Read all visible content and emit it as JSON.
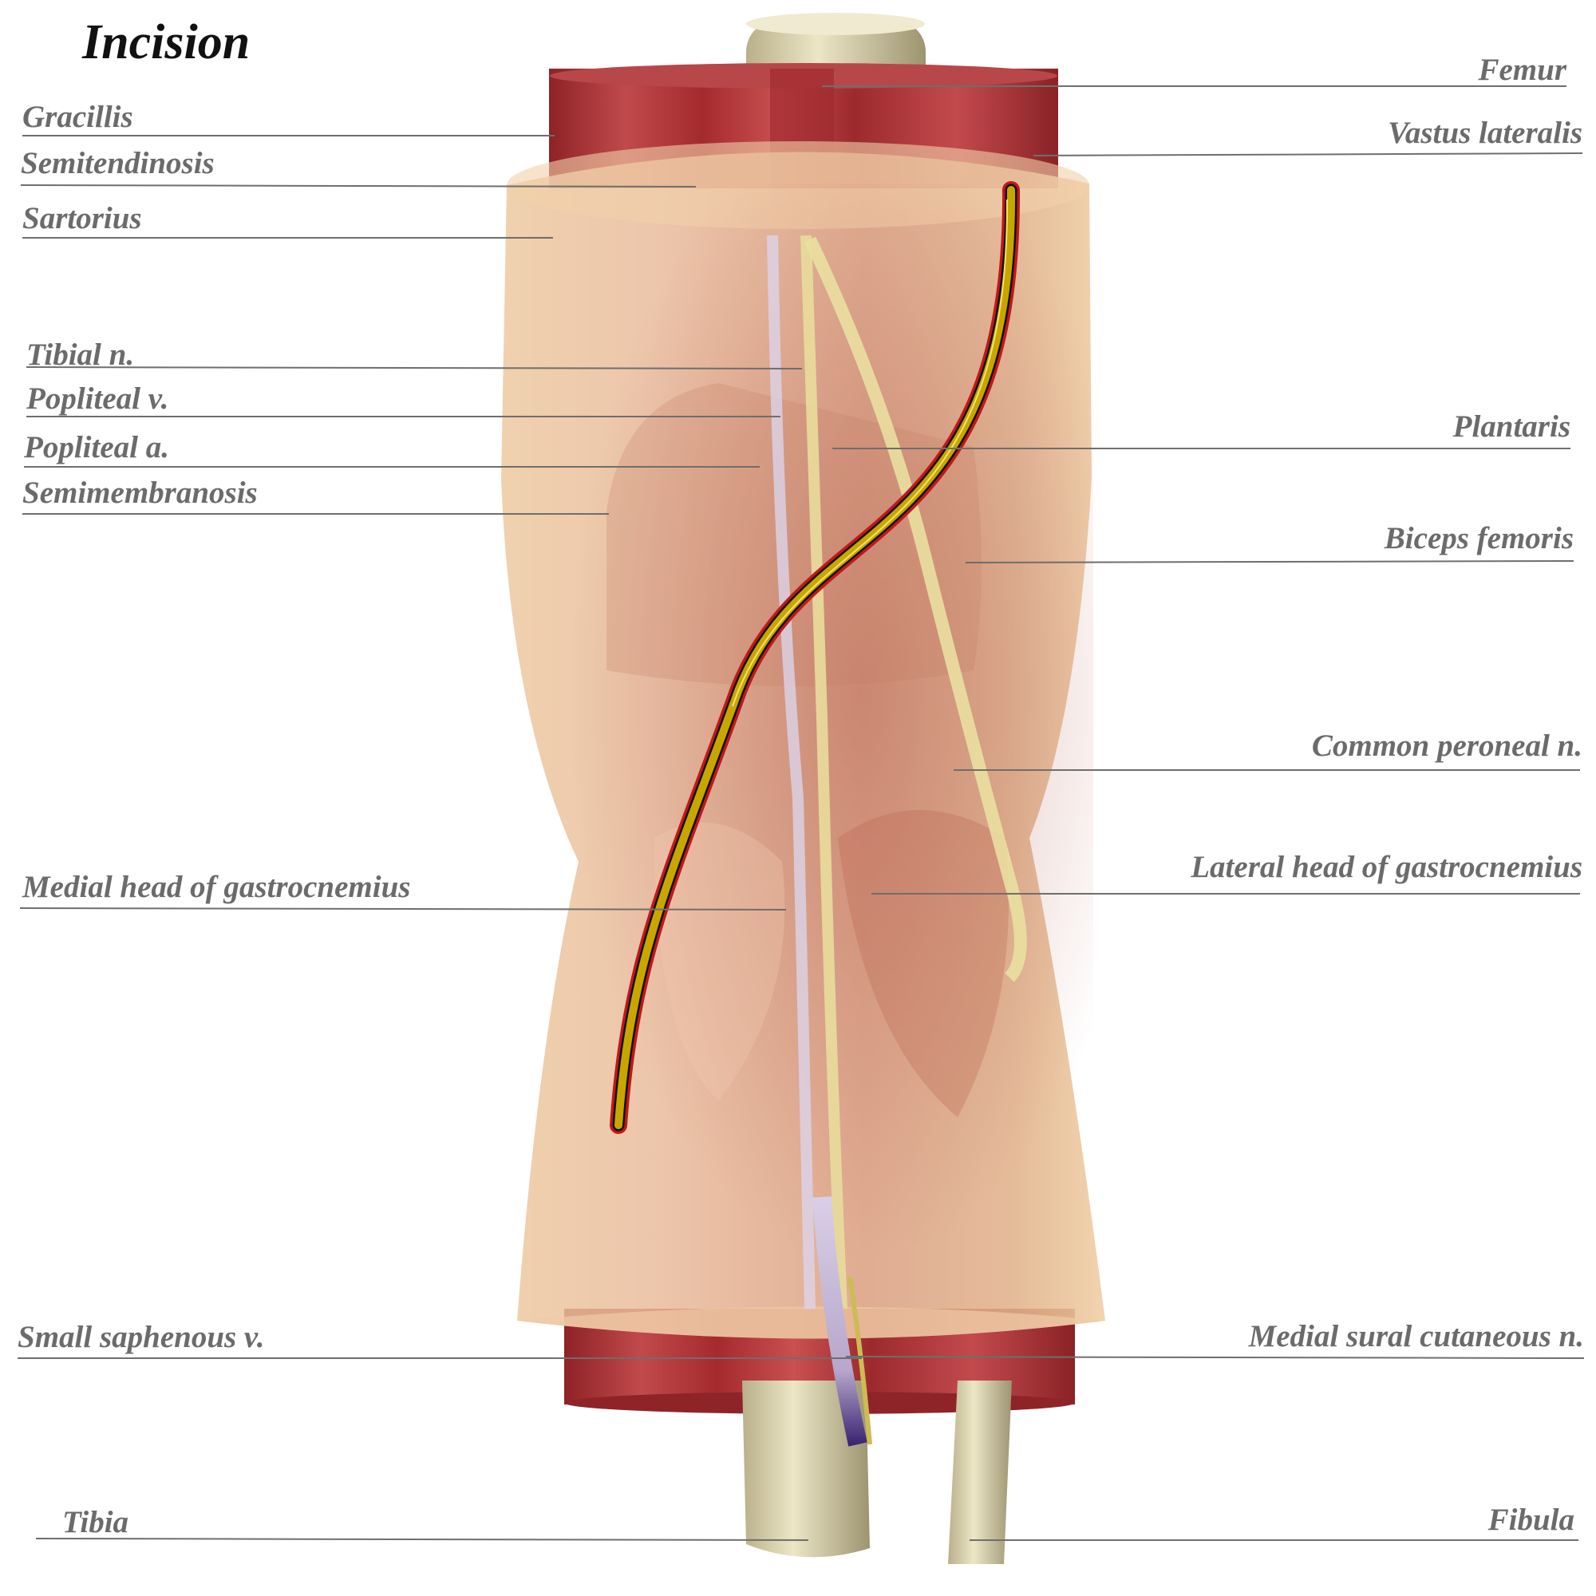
{
  "title": "Incision",
  "labels": {
    "gracillis": "Gracillis",
    "semitendinosis": "Semitendinosis",
    "sartorius": "Sartorius",
    "tibial_n": "Tibial n.",
    "popliteal_v": "Popliteal v.",
    "popliteal_a": "Popliteal a.",
    "semimembranosis": "Semimembranosis",
    "medial_gastrocnemius": "Medial head of gastrocnemius",
    "small_saphenous_v": "Small saphenous v.",
    "tibia": "Tibia",
    "femur": "Femur",
    "vastus_lateralis": "Vastus lateralis",
    "plantaris": "Plantaris",
    "biceps_femoris": "Biceps femoris",
    "common_peroneal_n": "Common peroneal n.",
    "lateral_gastrocnemius": "Lateral head of gastrocnemius",
    "medial_sural_cutaneous_n": "Medial sural cutaneous n.",
    "fibula": "Fibula"
  },
  "colors": {
    "skin": "#e6b38f",
    "muscle": "#a83234",
    "bone": "#e2dcb8",
    "incision": "#c8a600",
    "incision_edge": "#c01818",
    "vein": "#5a3d8f",
    "nerve": "#e9dc9c",
    "label_text": "#6b6b6b",
    "leader_line": "#6e6e6e"
  }
}
